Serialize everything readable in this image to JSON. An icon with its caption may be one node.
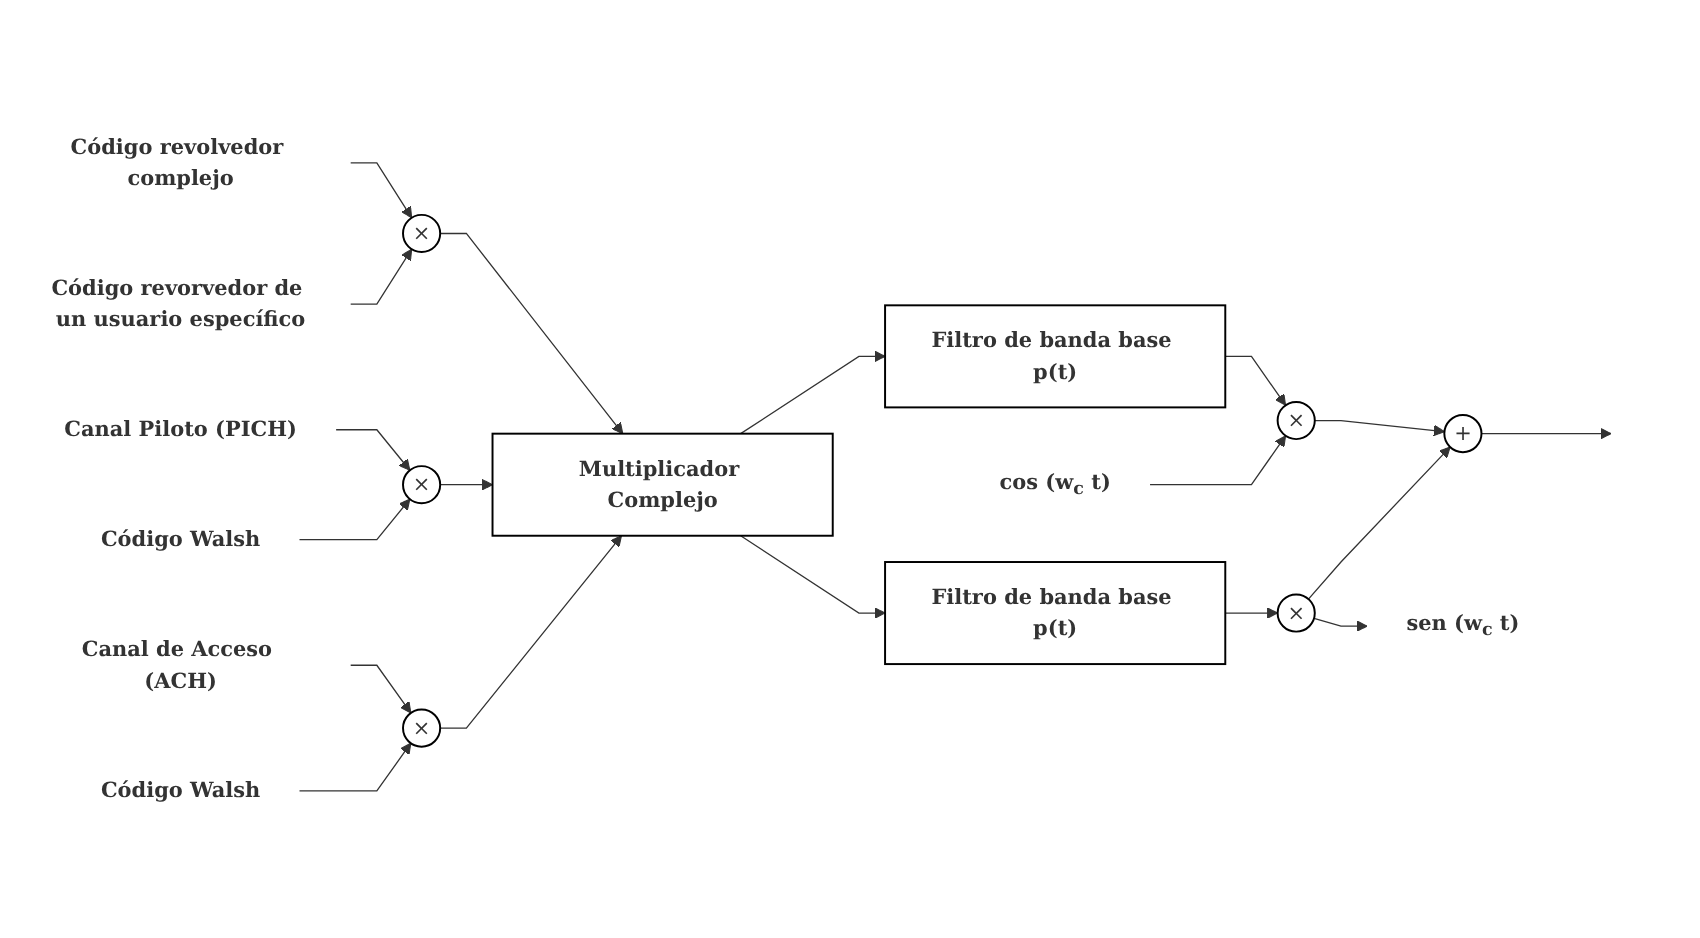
{
  "diagram": {
    "nodes": [
      {
        "text": [
          "Código revolvedor complejo"
        ]
      },
      {
        "text": [
          "Código revorvedor de un usuario específico"
        ]
      },
      {
        "text": [
          "×"
        ]
      },
      {
        "text": [
          "Canal Piloto (PICH)"
        ]
      },
      {
        "text": [
          "×"
        ]
      },
      {
        "text": [
          "Código Walsh"
        ]
      },
      {
        "text": [
          "Canal de Acceso (ACH)"
        ]
      },
      {
        "text": [
          "×"
        ]
      },
      {
        "text": [
          "Código Walsh"
        ]
      },
      {
        "text": [
          "Multiplicador Complejo"
        ]
      },
      {
        "text": [
          "Filtro de banda base p(t)"
        ]
      },
      {
        "text": [
          "Filtro de banda base p(t)"
        ]
      },
      {
        "text": [
          "cos (w$_{c}$ t)"
        ]
      },
      {
        "text": [
          "×"
        ]
      },
      {
        "text": [
          "×"
        ]
      },
      {
        "text": [
          "sen (w$_{c}$ t)"
        ]
      },
      {
        "text": [
          "+"
        ]
      }
    ],
    "edges": [
      {
        "from": 0,
        "to": 2,
        "arrow": "to"
      },
      {
        "from": 1,
        "to": 2,
        "arrow": "to"
      },
      {
        "from": 2,
        "to": 9,
        "arrow": "to"
      },
      {
        "from": 3,
        "to": 4,
        "arrow": "to"
      },
      {
        "from": 5,
        "to": 4,
        "arrow": "to"
      },
      {
        "from": 4,
        "to": 9,
        "arrow": "to"
      },
      {
        "from": 6,
        "to": 7,
        "arrow": "to"
      },
      {
        "from": 8,
        "to": 7,
        "arrow": "to"
      },
      {
        "from": 7,
        "to": 9,
        "arrow": "to"
      },
      {
        "from": 9,
        "to": 10,
        "arrow": "to"
      },
      {
        "from": 9,
        "to": 11,
        "arrow": "to"
      },
      {
        "from": 10,
        "to": 13,
        "arrow": "to"
      },
      {
        "from": 12,
        "to": 13,
        "arrow": "to"
      },
      {
        "from": 11,
        "to": 14,
        "arrow": "to"
      },
      {
        "from": 14,
        "to": 15,
        "arrow": "to"
      },
      {
        "from": 13,
        "to": 16,
        "arrow": "to"
      },
      {
        "from": 14,
        "to": 16,
        "arrow": "to"
      },
      {
        "from": 16,
        "to": null,
        "arrow": "to"
      }
    ]
  }
}
